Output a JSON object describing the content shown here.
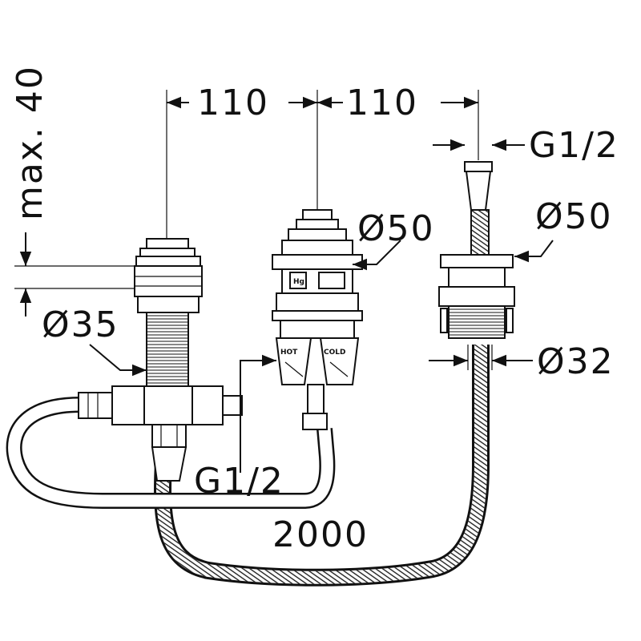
{
  "dimensions": {
    "spacing_left": "110",
    "spacing_right": "110",
    "max_height": "max. 40",
    "pipe_left_diameter": "Ø35",
    "thread_center": "G1/2",
    "thread_right_top": "G1/2",
    "flange_center_diameter": "Ø50",
    "flange_right_diameter": "Ø50",
    "body_right_diameter": "Ø32",
    "hose_length": "2000"
  },
  "valve_labels": {
    "hot": "HOT",
    "cold": "COLD",
    "logo": "Hg"
  }
}
